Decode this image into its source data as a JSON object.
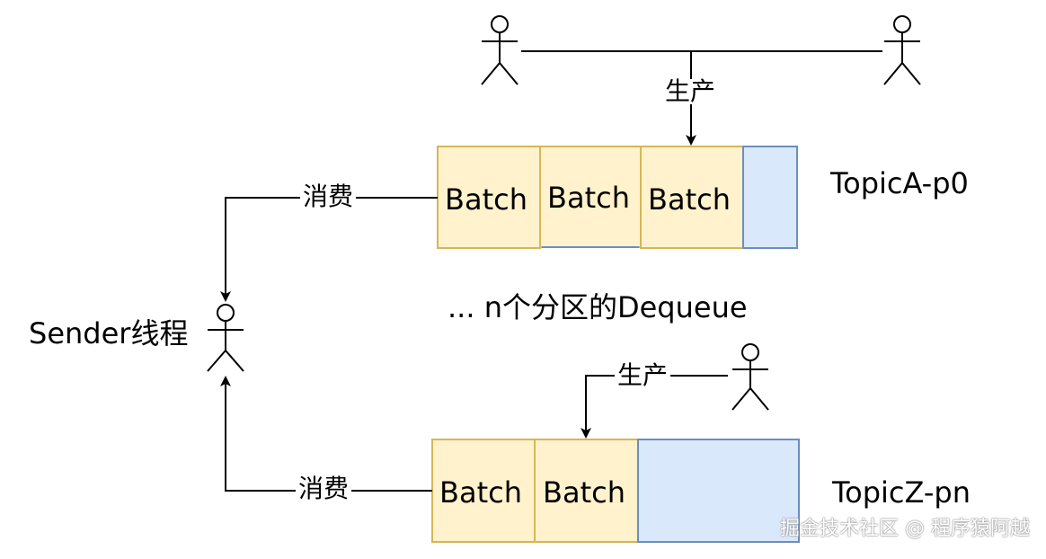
{
  "colors": {
    "batch_fill": "#fff2cc",
    "batch_stroke": "#d6b656",
    "free_fill": "#dae8fc",
    "free_stroke": "#6c8ebf",
    "line": "#000000"
  },
  "partitions": [
    {
      "name": "TopicA-p0",
      "batches": [
        "Batch",
        "Batch",
        "Batch"
      ]
    },
    {
      "name": "TopicZ-pn",
      "batches": [
        "Batch",
        "Batch"
      ]
    }
  ],
  "produce_label_top": "生产",
  "produce_label_bottom": "生产",
  "consume_label_top": "消费",
  "consume_label_bottom": "消费",
  "sender_label": "Sender线程",
  "middle_text": "... n个分区的Dequeue",
  "watermark": "掘金技术社区 @ 程序猿阿越"
}
